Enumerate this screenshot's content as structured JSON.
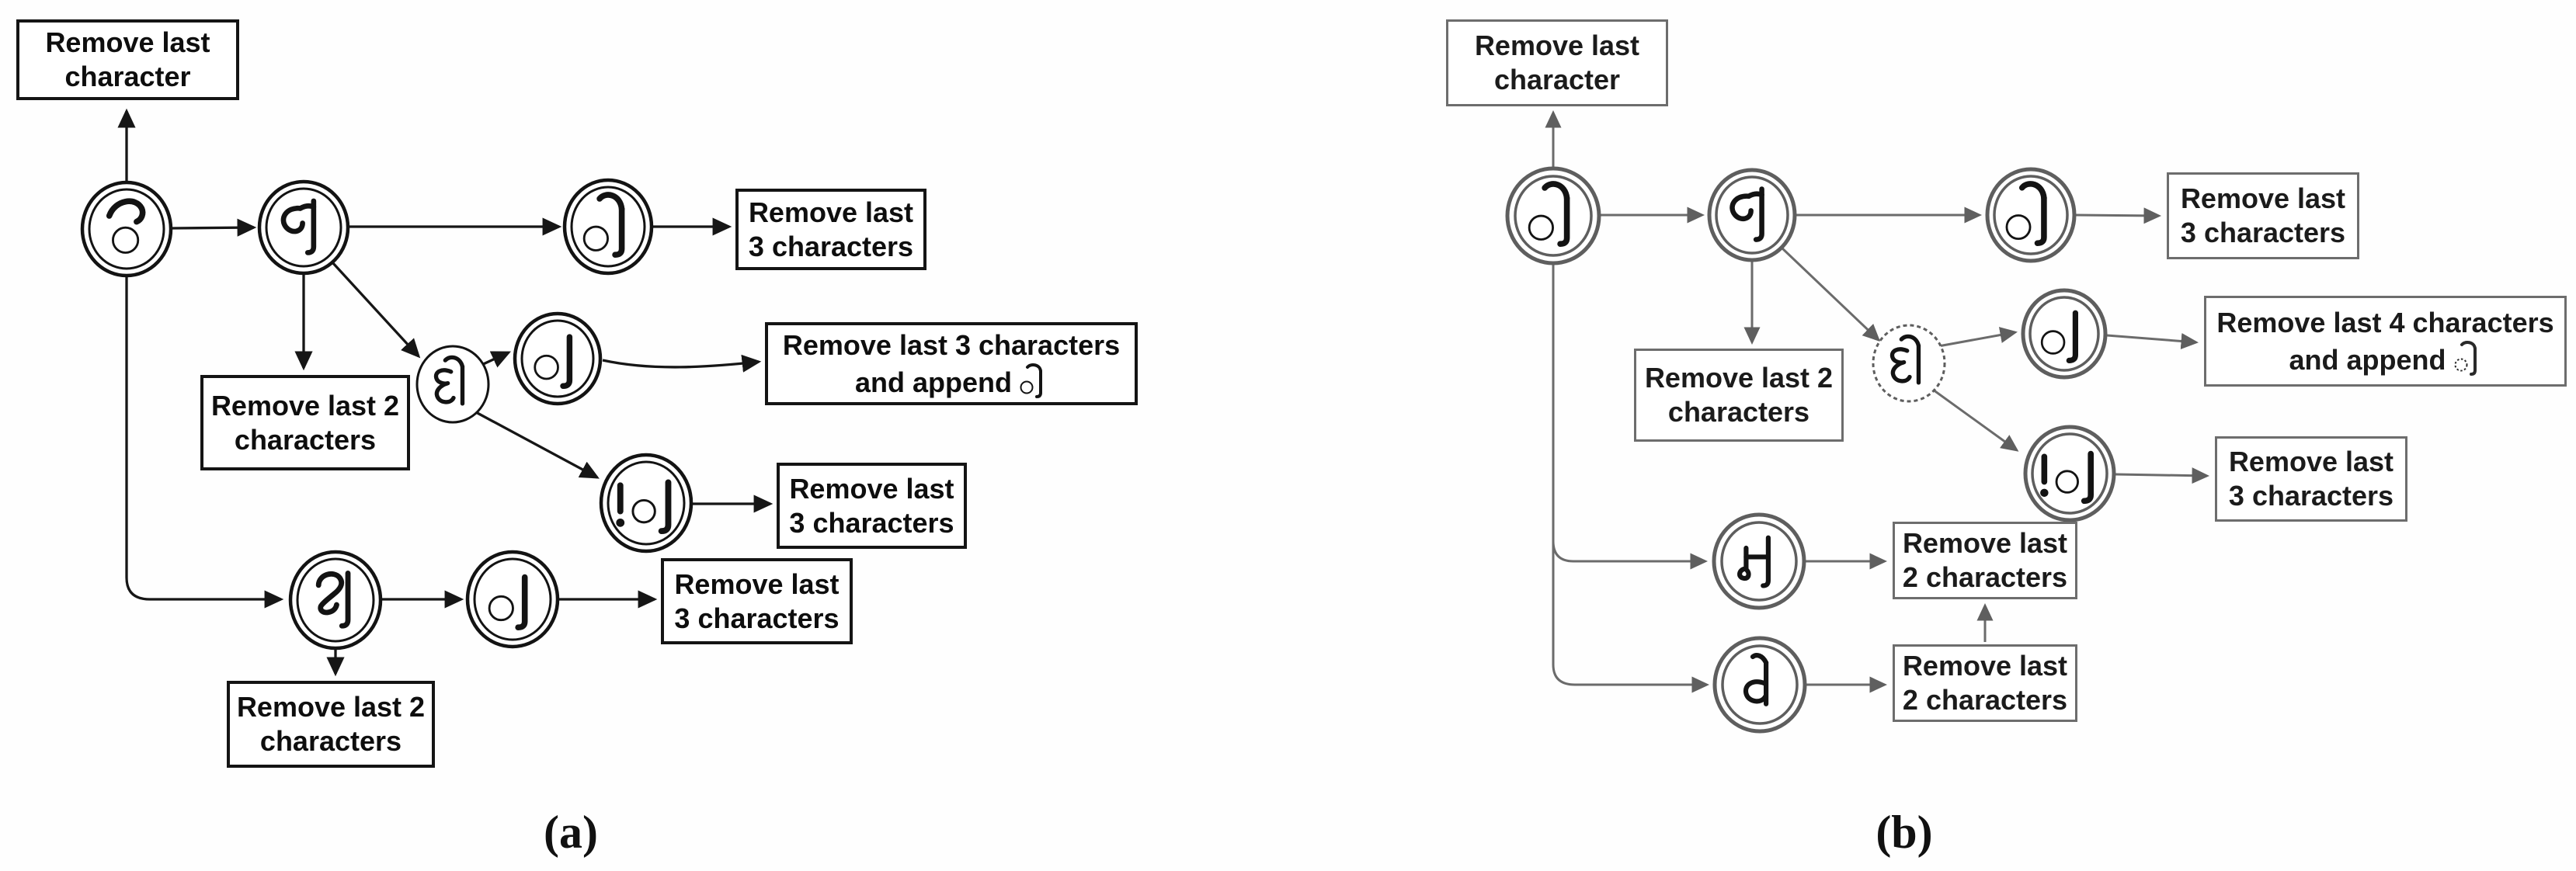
{
  "figure": {
    "type": "state-machine suffix-stripping diagrams",
    "background": "#fefefe",
    "edge_color_a": "#161616",
    "edge_color_b": "#6b6b6b"
  },
  "panels": {
    "a": {
      "caption": "(a)",
      "nodes": {
        "start": {
          "char": "ે",
          "name": "gujarati-vowel-sign-e",
          "shape": "double-circle"
        },
        "na": {
          "char": "ન",
          "name": "gujarati-letter-na",
          "shape": "double-circle"
        },
        "o": {
          "char": "ો",
          "name": "gujarati-vowel-sign-o",
          "shape": "double-circle"
        },
        "o_letter": {
          "char": "ઓ",
          "name": "gujarati-letter-o",
          "shape": "single-circle"
        },
        "aa": {
          "char": "ા",
          "name": "gujarati-vowel-sign-aa",
          "shape": "double-circle"
        },
        "not_aa": {
          "char": "!ા",
          "name": "not-gujarati-vowel-sign-aa",
          "shape": "double-circle"
        },
        "sha": {
          "char": "શ",
          "name": "gujarati-letter-sha",
          "shape": "double-circle"
        },
        "aa2": {
          "char": "ા",
          "name": "gujarati-vowel-sign-aa",
          "shape": "double-circle"
        }
      },
      "boxes": {
        "remove_last_char": {
          "line1": "Remove last",
          "line2": "character"
        },
        "remove3_top": {
          "line1": "Remove last",
          "line2": "3 characters"
        },
        "remove2_na": {
          "line1": "Remove last 2",
          "line2": "characters"
        },
        "remove3_append": {
          "line1": "Remove last 3 characters",
          "line2": "and append",
          "append_char": "ો"
        },
        "remove3_notaa": {
          "line1": "Remove last",
          "line2": "3 characters"
        },
        "remove3_aa2": {
          "line1": "Remove last",
          "line2": "3 characters"
        },
        "remove2_sha": {
          "line1": "Remove last 2",
          "line2": "characters"
        }
      }
    },
    "b": {
      "caption": "(b)",
      "nodes": {
        "start": {
          "char": "ો",
          "name": "gujarati-vowel-sign-o",
          "shape": "double-circle"
        },
        "na": {
          "char": "ન",
          "name": "gujarati-letter-na",
          "shape": "double-circle"
        },
        "o": {
          "char": "ો",
          "name": "gujarati-vowel-sign-o",
          "shape": "double-circle"
        },
        "o_letter": {
          "char": "ઓ",
          "name": "gujarati-letter-o",
          "shape": "single-circle"
        },
        "aa": {
          "char": "ા",
          "name": "gujarati-vowel-sign-aa",
          "shape": "double-circle"
        },
        "not_aa": {
          "char": "!ા",
          "name": "not-gujarati-vowel-sign-aa",
          "shape": "double-circle"
        },
        "ma": {
          "char": "મ",
          "name": "gujarati-letter-ma",
          "shape": "double-circle"
        },
        "ta": {
          "char": "ત",
          "name": "gujarati-letter-ta",
          "shape": "double-circle"
        }
      },
      "boxes": {
        "remove_last_char": {
          "line1": "Remove last",
          "line2": "character"
        },
        "remove3_top": {
          "line1": "Remove last",
          "line2": "3 characters"
        },
        "remove2_na": {
          "line1": "Remove last 2",
          "line2": "characters"
        },
        "remove4_append": {
          "line1": "Remove last 4 characters",
          "line2": "and append",
          "append_char": "ો"
        },
        "remove3_notaa": {
          "line1": "Remove last",
          "line2": "3 characters"
        },
        "remove2_ma": {
          "line1": "Remove last",
          "line2": "2 characters"
        },
        "remove2_ta": {
          "line1": "Remove last",
          "line2": "2 characters"
        }
      }
    }
  }
}
